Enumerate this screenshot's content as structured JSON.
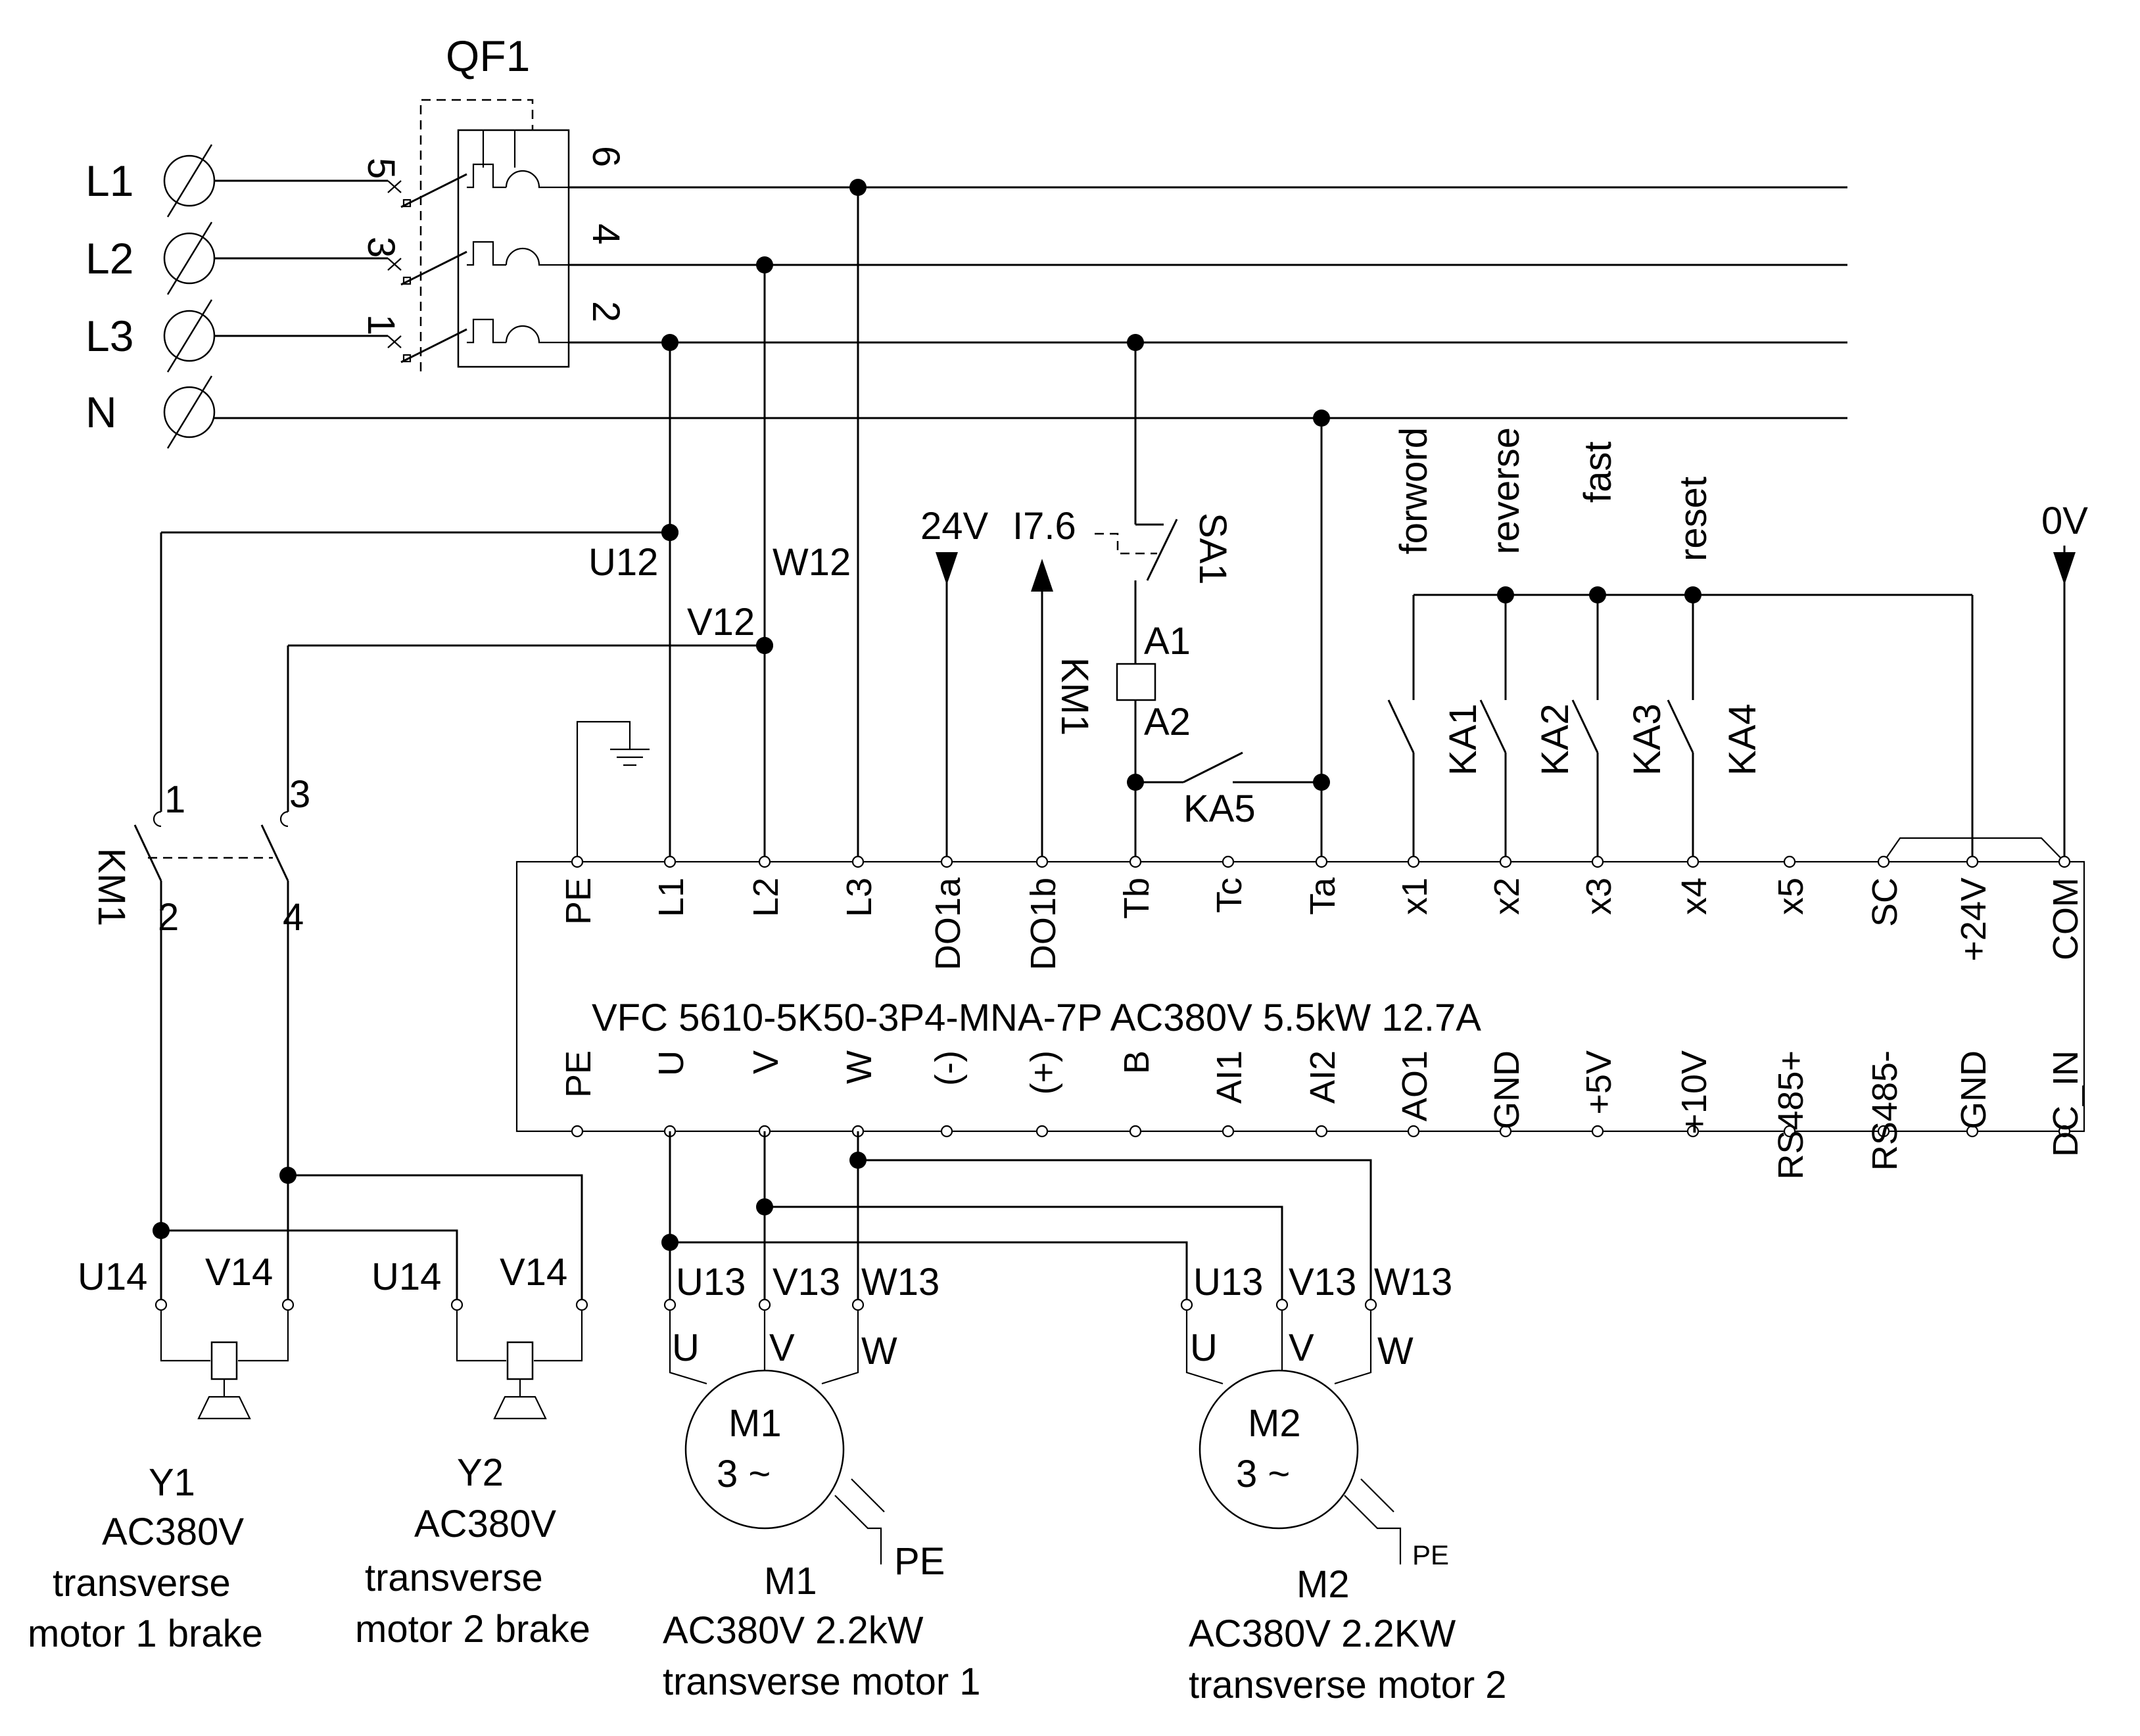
{
  "breaker": {
    "label": "QF1",
    "poles": [
      "5",
      "3",
      "1"
    ],
    "outs": [
      "6",
      "4",
      "2"
    ]
  },
  "supply": [
    "L1",
    "L2",
    "L3",
    "N"
  ],
  "wires": {
    "u12": "U12",
    "v12": "V12",
    "w12": "W12"
  },
  "signals": {
    "v24": "24V",
    "i76": "I7.6",
    "v0": "0V"
  },
  "switch_sa1": "SA1",
  "coil": {
    "name": "KM1",
    "a1": "A1",
    "a2": "A2"
  },
  "relay_ka5": "KA5",
  "inputs": [
    {
      "func": "forword",
      "relay": "KA1"
    },
    {
      "func": "reverse",
      "relay": "KA2"
    },
    {
      "func": "fast",
      "relay": "KA3"
    },
    {
      "func": "reset",
      "relay": "KA4"
    }
  ],
  "contactor": {
    "name": "KM1",
    "t1": "1",
    "t2": "2",
    "t3": "3",
    "t4": "4"
  },
  "vfd": {
    "model": "VFC  5610-5K50-3P4-MNA-7P   AC380V  5.5kW  12.7A",
    "top_terminals": [
      "PE",
      "L1",
      "L2",
      "L3",
      "DO1a",
      "DO1b",
      "Tb",
      "Tc",
      "Ta",
      "x1",
      "x2",
      "x3",
      "x4",
      "x5",
      "SC",
      "+24V",
      "COM"
    ],
    "bottom_terminals": [
      "PE",
      "U",
      "V",
      "W",
      "(-)",
      "(+)",
      "B",
      "AI1",
      "AI2",
      "AO1",
      "GND",
      "+5V",
      "+10V",
      "RS485+",
      "RS485-",
      "GND",
      "DC_IN"
    ]
  },
  "brakes": [
    {
      "u": "U14",
      "v": "V14",
      "name": "Y1",
      "volt": "AC380V",
      "desc1": "transverse",
      "desc2": "motor 1 brake"
    },
    {
      "u": "U14",
      "v": "V14",
      "name": "Y2",
      "volt": "AC380V",
      "desc1": "transverse",
      "desc2": "motor 2 brake"
    }
  ],
  "motors": [
    {
      "t_u": "U13",
      "t_v": "V13",
      "t_w": "W13",
      "p_u": "U",
      "p_v": "V",
      "p_w": "W",
      "name": "M1",
      "phase": "3 ~",
      "pe": "PE",
      "caption": "M1",
      "rating": "AC380V 2.2kW",
      "desc": "transverse motor 1"
    },
    {
      "t_u": "U13",
      "t_v": "V13",
      "t_w": "W13",
      "p_u": "U",
      "p_v": "V",
      "p_w": "W",
      "name": "M2",
      "phase": "3 ~",
      "pe": "PE",
      "caption": "M2",
      "rating": "AC380V 2.2KW",
      "desc": "transverse motor 2"
    }
  ]
}
